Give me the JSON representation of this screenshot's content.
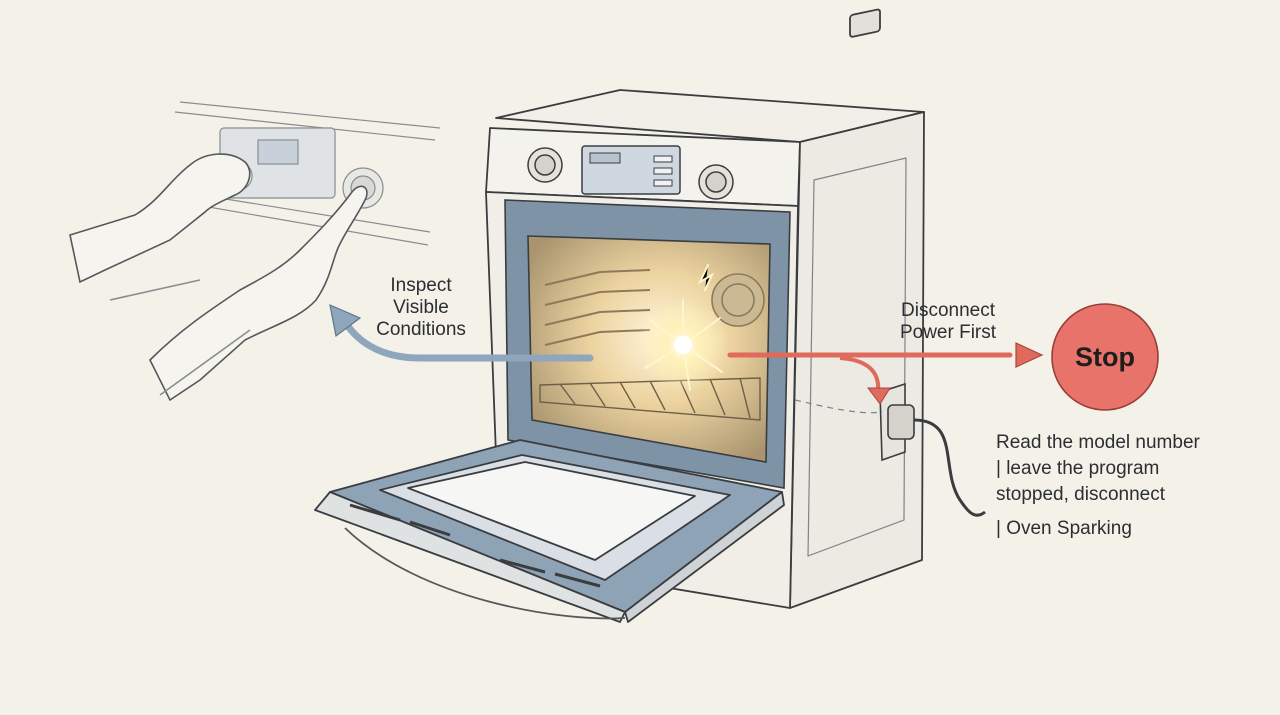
{
  "labels": {
    "inspect": [
      "Inspect",
      "Visible",
      "Conditions"
    ],
    "disconnect": [
      "Disconnect",
      "Power First"
    ],
    "stop": "Stop"
  },
  "instructions": [
    "Read the model number",
    "| leave the program",
    "stopped, disconnect"
  ],
  "title": "| Oven Sparking",
  "colors": {
    "background": "#f3f1e8",
    "ink": "#3a3d40",
    "blue_arrow": "#8fa6bd",
    "red_arrow": "#e06a5c",
    "stop_fill": "#e8736a",
    "spark": "#fff3c4",
    "oven_glow": "#e9c98a"
  }
}
